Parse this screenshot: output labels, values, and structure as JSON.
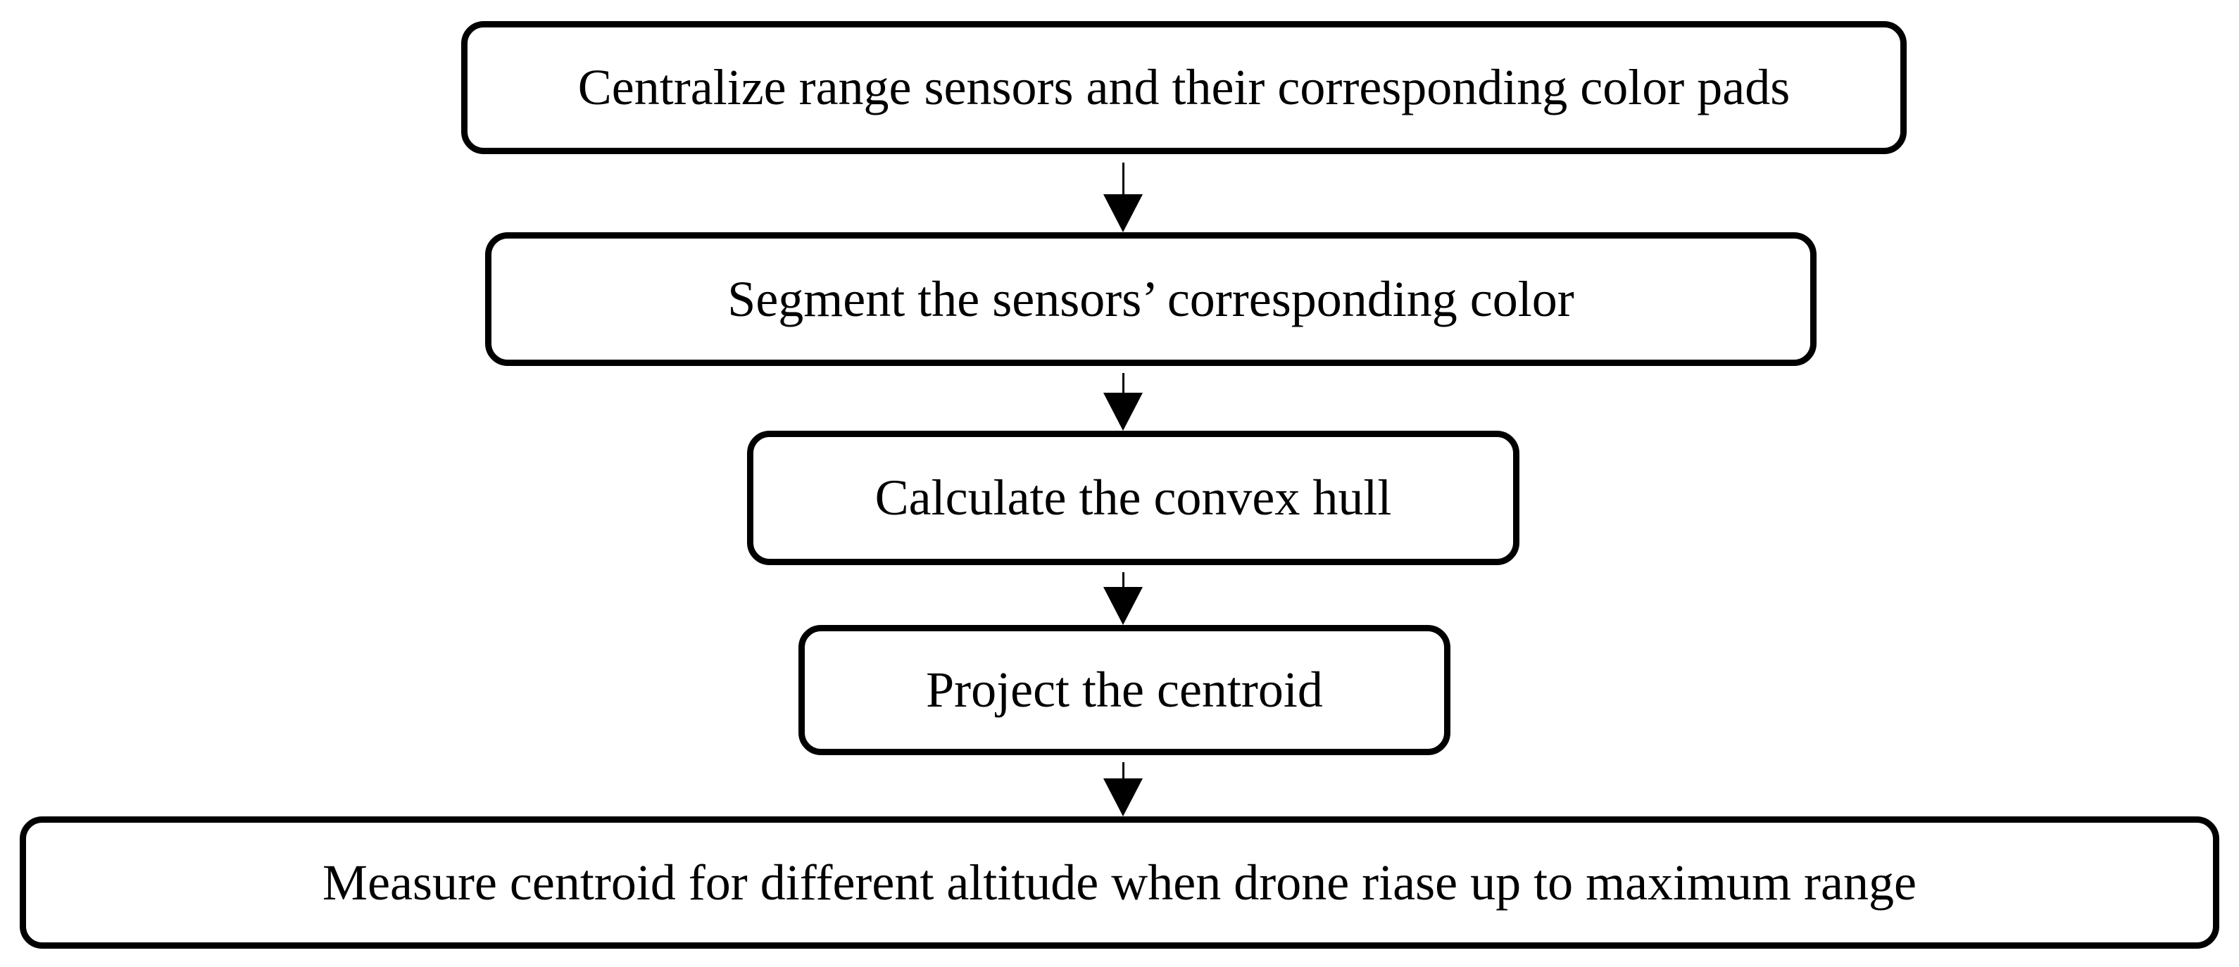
{
  "diagram": {
    "type": "flowchart",
    "direction": "top-to-bottom",
    "nodes": [
      {
        "id": "step-1",
        "label": "Centralize range sensors and their corresponding color pads"
      },
      {
        "id": "step-2",
        "label": "Segment the sensors’ corresponding color"
      },
      {
        "id": "step-3",
        "label": "Calculate the convex hull"
      },
      {
        "id": "step-4",
        "label": "Project the centroid"
      },
      {
        "id": "step-5",
        "label": "Measure centroid for different altitude when drone riase up to maximum range"
      }
    ],
    "edges": [
      {
        "from": "step-1",
        "to": "step-2",
        "style": "arrow-down"
      },
      {
        "from": "step-2",
        "to": "step-3",
        "style": "arrow-down"
      },
      {
        "from": "step-3",
        "to": "step-4",
        "style": "arrow-down"
      },
      {
        "from": "step-4",
        "to": "step-5",
        "style": "arrow-down"
      }
    ],
    "colors": {
      "background": "#ffffff",
      "node_fill": "#ffffff",
      "node_border": "#000000",
      "text": "#000000",
      "arrow": "#000000"
    }
  }
}
